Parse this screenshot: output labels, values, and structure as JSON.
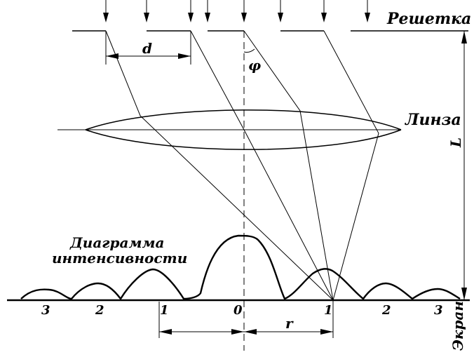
{
  "labels": {
    "grating": "Решетка",
    "lens": "Линза",
    "screen": "Экран",
    "distance_L": "L",
    "period_d": "d",
    "angle_phi": "φ",
    "radius_r": "r",
    "intensity_line1": "Диаграмма",
    "intensity_line2": "интенсивности"
  },
  "screen_ticks": {
    "left": [
      "3",
      "2",
      "1"
    ],
    "center": "0",
    "right": [
      "1",
      "2",
      "3"
    ]
  }
}
